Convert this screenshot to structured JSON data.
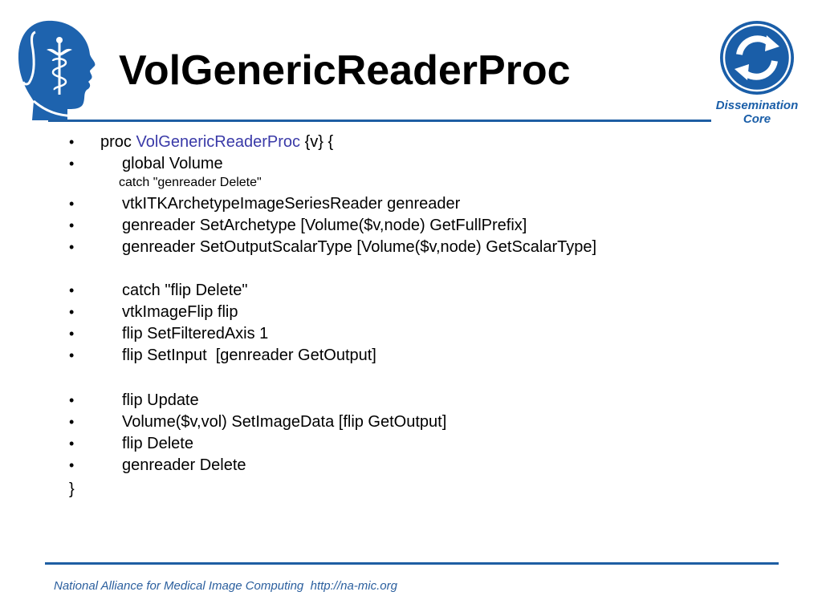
{
  "slide": {
    "title": "VolGenericReaderProc",
    "logo_left_icon": "namic-head-caduceus-icon",
    "logo_right_icon": "refresh-arrows-icon",
    "logo_right_text": [
      "Dissemination",
      "Core"
    ],
    "footer_text": "National Alliance for Medical Image Computing  http://na-mic.org",
    "colors": {
      "accent_blue": "#1e5ea3",
      "keyword_blue": "#3a3aa8",
      "logo_blue": "#1a5ea8"
    }
  },
  "code": {
    "line1_prefix": "proc ",
    "line1_name": "VolGenericReaderProc",
    "line1_suffix": " {v} {",
    "line2": "global Volume",
    "line2b": "catch \"genreader Delete\"",
    "line3": "vtkITKArchetypeImageSeriesReader genreader",
    "line4": "genreader SetArchetype [Volume($v,node) GetFullPrefix]",
    "line5": "genreader SetOutputScalarType [Volume($v,node) GetScalarType]",
    "line6": "catch \"flip Delete\"",
    "line7": "vtkImageFlip flip",
    "line8": "flip SetFilteredAxis 1",
    "line9": "flip SetInput  [genreader GetOutput]",
    "line10": "flip Update",
    "line11": "Volume($v,vol) SetImageData [flip GetOutput]",
    "line12": "flip Delete",
    "line13": "genreader Delete",
    "closing": "}",
    "bullet": "•"
  }
}
